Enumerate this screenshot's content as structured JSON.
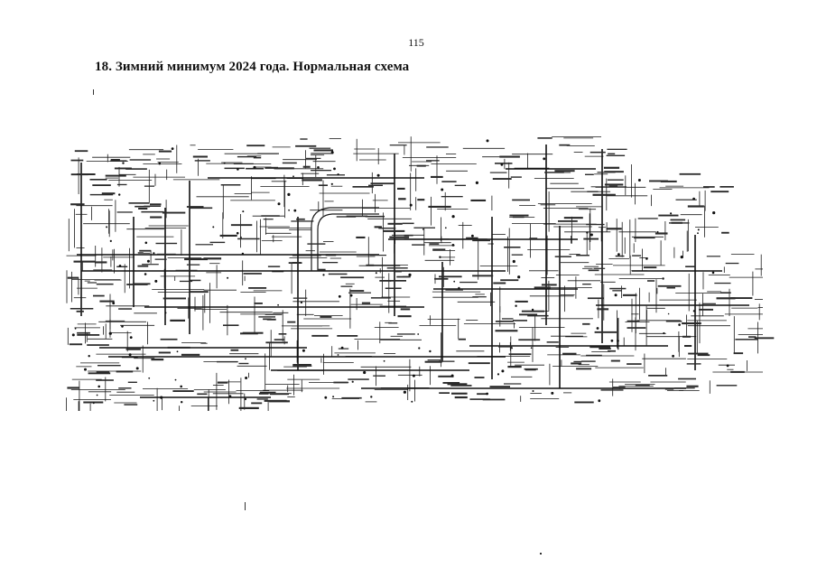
{
  "page": {
    "number": "115",
    "title": "18. Зимний минимум 2024 года. Нормальная схема"
  },
  "diagram": {
    "kind": "single-line power grid schematic",
    "line_color": "#1a1a1a"
  }
}
